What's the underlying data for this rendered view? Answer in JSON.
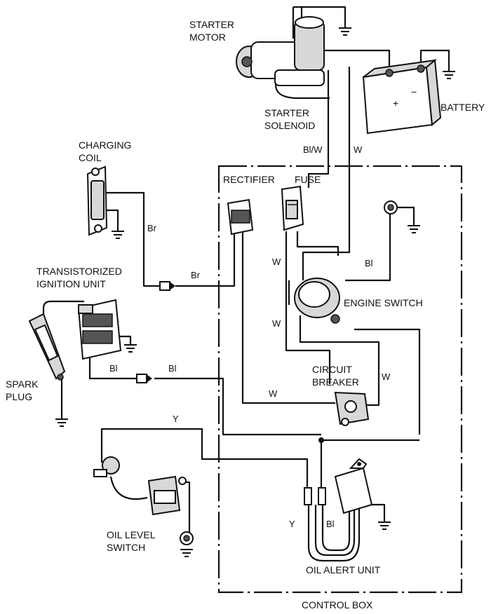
{
  "components": {
    "starter_motor": [
      "STARTER",
      "MOTOR"
    ],
    "battery": "BATTERY",
    "starter_solenoid": [
      "STARTER",
      "SOLENOID"
    ],
    "charging_coil": [
      "CHARGING",
      "COIL"
    ],
    "rectifier": "RECTIFIER",
    "fuse": "FUSE",
    "transistorized_ignition_unit": [
      "TRANSISTORIZED",
      "IGNITION UNIT"
    ],
    "engine_switch": "ENGINE SWITCH",
    "spark_plug": [
      "SPARK",
      "PLUG"
    ],
    "circuit_breaker": [
      "CIRCUIT",
      "BREAKER"
    ],
    "oil_level_switch": [
      "OIL LEVEL",
      "SWITCH"
    ],
    "oil_alert_unit": "OIL ALERT UNIT",
    "control_box": "CONTROL BOX"
  },
  "wire_codes": {
    "bl_w": "Bl/W",
    "w_starter": "W",
    "br_coil": "Br",
    "br_connector": "Br",
    "w_fuse": "W",
    "bl_switch": "Bl",
    "w_switch": "W",
    "bl_ignition": "Bl",
    "bl_connector": "Bl",
    "w_breaker_right": "W",
    "w_breaker_left": "W",
    "y_oil": "Y",
    "y_alert": "Y",
    "bl_alert": "Bl"
  }
}
